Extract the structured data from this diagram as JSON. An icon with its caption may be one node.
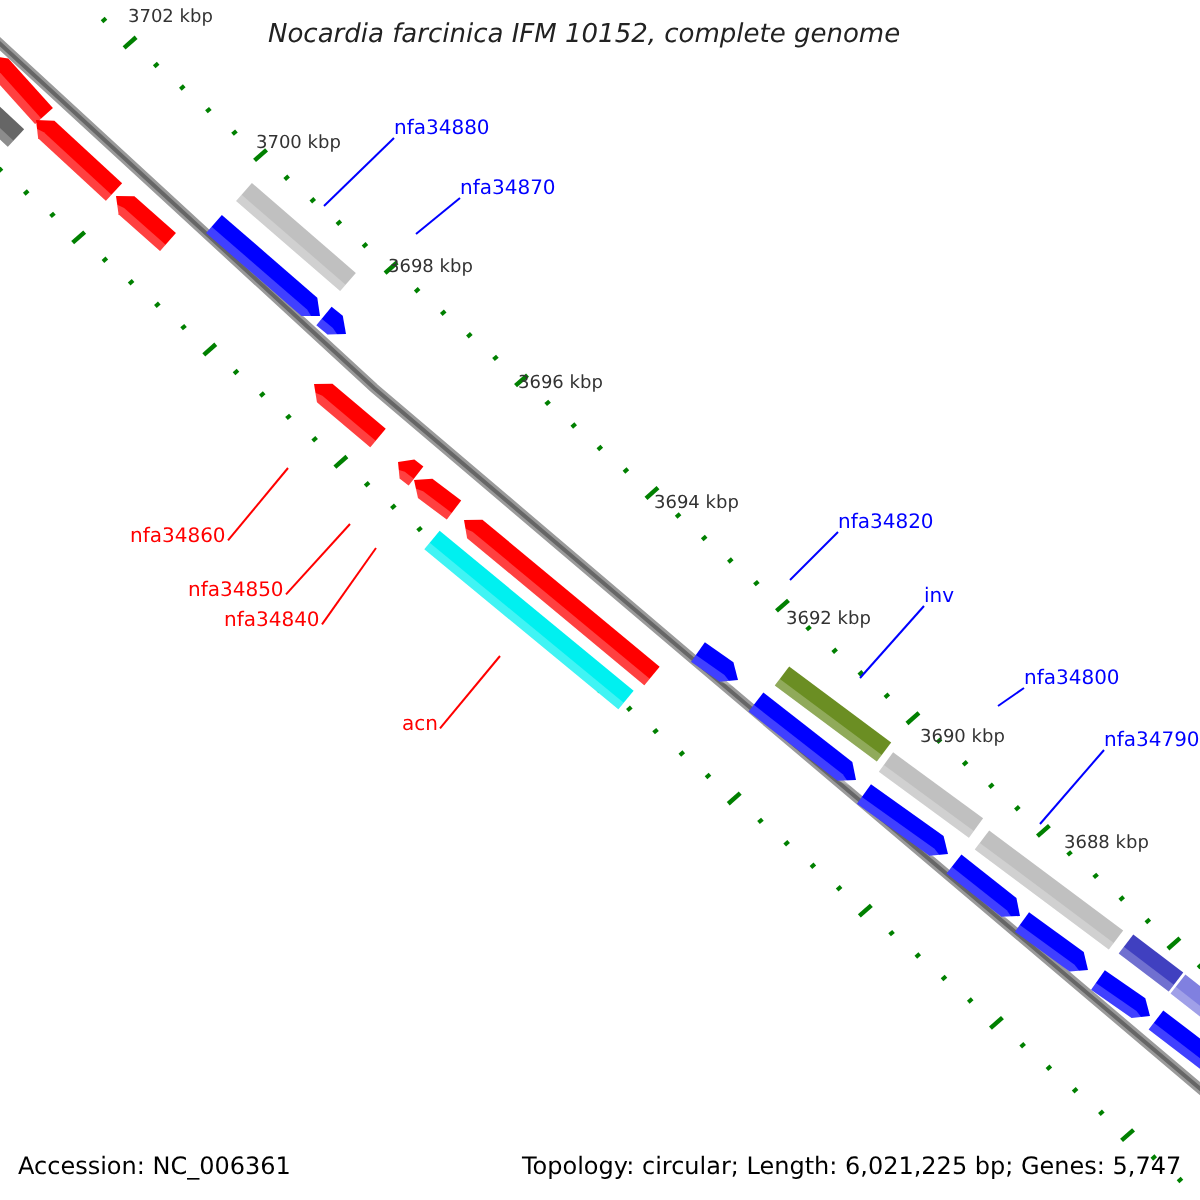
{
  "diagram": {
    "title": "Nocardia farcinica IFM 10152, complete genome",
    "nodes": [
      {
        "text": [
          "nfa34880"
        ]
      },
      {
        "text": [
          "nfa34870"
        ]
      },
      {
        "text": [
          "nfa34860"
        ]
      },
      {
        "text": [
          "nfa34850"
        ]
      },
      {
        "text": [
          "nfa34840"
        ]
      },
      {
        "text": [
          "acn"
        ]
      },
      {
        "text": [
          "nfa34820"
        ]
      },
      {
        "text": [
          "inv"
        ]
      },
      {
        "text": [
          "nfa34800"
        ]
      },
      {
        "text": [
          "nfa34790"
        ]
      }
    ],
    "edges": [
      {
        "from": 0,
        "to": null,
        "arrow": "none"
      },
      {
        "from": 1,
        "to": null,
        "arrow": "none"
      },
      {
        "from": 2,
        "to": null,
        "arrow": "none",
        "color": "#ff0000"
      },
      {
        "from": 3,
        "to": null,
        "arrow": "none",
        "color": "#ff0000"
      },
      {
        "from": 4,
        "to": null,
        "arrow": "none",
        "color": "#ff0000"
      },
      {
        "from": 5,
        "to": null,
        "arrow": "none",
        "color": "#ff0000"
      },
      {
        "from": 6,
        "to": null,
        "arrow": "none"
      },
      {
        "from": 7,
        "to": null,
        "arrow": "none"
      },
      {
        "from": 8,
        "to": null,
        "arrow": "none"
      },
      {
        "from": 9,
        "to": null,
        "arrow": "none"
      }
    ],
    "labels": [
      "3702 kbp",
      "3700 kbp",
      "3698 kbp",
      "3696 kbp",
      "3694 kbp",
      "3692 kbp",
      "3690 kbp",
      "3688 kbp",
      "Accession: NC_006361",
      "Topology: circular; Length: 6,021,225 bp; Genes: 5,747"
    ]
  }
}
